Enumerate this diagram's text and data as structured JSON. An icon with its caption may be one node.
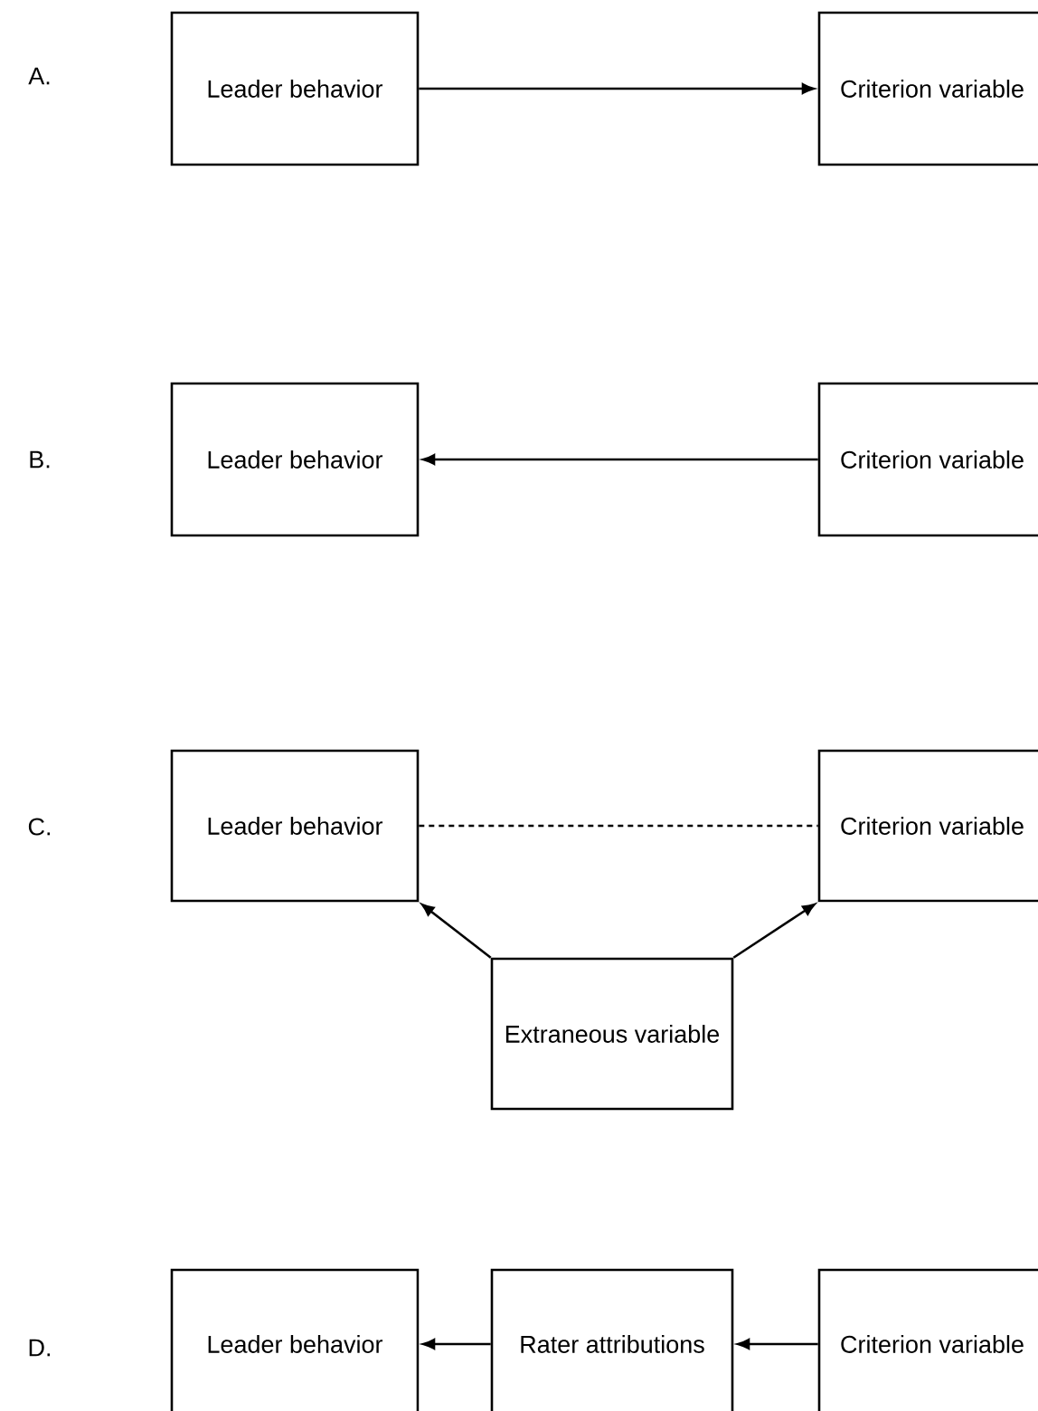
{
  "diagram": {
    "nodes": [
      {
        "text": [
          "Leader behavior"
        ]
      },
      {
        "text": [
          "Criterion variable"
        ]
      },
      {
        "text": [
          "Leader behavior"
        ]
      },
      {
        "text": [
          "Criterion variable"
        ]
      },
      {
        "text": [
          "Leader behavior"
        ]
      },
      {
        "text": [
          "Criterion variable"
        ]
      },
      {
        "text": [
          "Extraneous variable"
        ]
      },
      {
        "text": [
          "Leader behavior"
        ]
      },
      {
        "text": [
          "Rater attributions"
        ]
      },
      {
        "text": [
          "Criterion variable"
        ]
      }
    ],
    "edges": [
      {
        "from": 0,
        "to": 1,
        "arrow": "to"
      },
      {
        "from": 3,
        "to": 2,
        "arrow": "to"
      },
      {
        "from": 4,
        "to": 5,
        "arrow": "none",
        "style": "dashed"
      },
      {
        "from": 6,
        "to": 4,
        "arrow": "to"
      },
      {
        "from": 6,
        "to": 5,
        "arrow": "to"
      },
      {
        "from": 8,
        "to": 7,
        "arrow": "to"
      },
      {
        "from": 9,
        "to": 8,
        "arrow": "to"
      }
    ],
    "labels": [
      "A.",
      "B.",
      "C.",
      "D."
    ]
  }
}
